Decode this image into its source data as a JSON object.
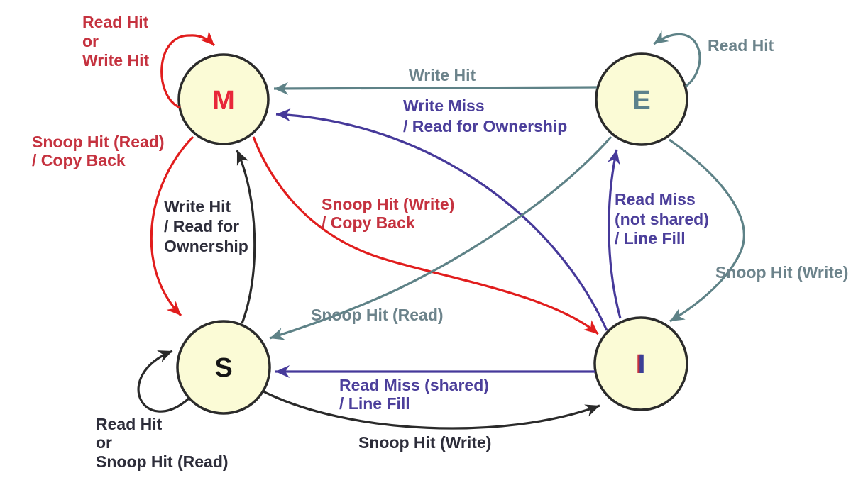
{
  "colors": {
    "background": "#ffffff",
    "node_fill": "#fbfbd6",
    "node_border": "#2b2b2b",
    "red_line": "#e11d1d",
    "red_text": "#c5323f",
    "teal_line": "#5e8287",
    "teal_text": "#6c838b",
    "purple_line": "#46399a",
    "purple_text": "#4c3f9b",
    "black_line": "#2a2a2a",
    "black_text": "#2d2d3a",
    "m_letter": "#e8273a",
    "e_letter": "#5c828c",
    "s_letter": "#151515",
    "i_letter": "#3b3f96",
    "i_letter_shadow": "#c5323f"
  },
  "nodes": {
    "m": {
      "label": "M"
    },
    "e": {
      "label": "E"
    },
    "s": {
      "label": "S"
    },
    "i": {
      "label": "I"
    }
  },
  "transitions": {
    "m_self": {
      "from": "M",
      "to": "M",
      "color": "red",
      "lines": [
        "Read Hit",
        "or",
        "Write Hit"
      ]
    },
    "e_self": {
      "from": "E",
      "to": "E",
      "color": "teal",
      "lines": [
        "Read Hit"
      ]
    },
    "s_self": {
      "from": "S",
      "to": "S",
      "color": "black",
      "lines": [
        "Read Hit",
        "or",
        "Snoop Hit (Read)"
      ]
    },
    "e_to_m": {
      "from": "E",
      "to": "M",
      "color": "teal",
      "lines": [
        "Write Hit"
      ]
    },
    "i_to_m": {
      "from": "I",
      "to": "M",
      "color": "purple",
      "lines": [
        "Write Miss",
        "/ Read for Ownership"
      ]
    },
    "m_to_s": {
      "from": "M",
      "to": "S",
      "color": "red",
      "lines": [
        "Snoop Hit (Read)",
        "/ Copy Back"
      ]
    },
    "s_to_m": {
      "from": "S",
      "to": "M",
      "color": "black",
      "lines": [
        "Write Hit",
        "/ Read for",
        "Ownership"
      ]
    },
    "m_to_i": {
      "from": "M",
      "to": "I",
      "color": "red",
      "lines": [
        "Snoop Hit (Write)",
        "/ Copy Back"
      ]
    },
    "e_to_s": {
      "from": "E",
      "to": "S",
      "color": "teal",
      "lines": [
        "Snoop Hit (Read)"
      ]
    },
    "i_to_e": {
      "from": "I",
      "to": "E",
      "color": "purple",
      "lines": [
        "Read Miss",
        "(not shared)",
        "/ Line Fill"
      ]
    },
    "e_to_i": {
      "from": "E",
      "to": "I",
      "color": "teal",
      "lines": [
        "Snoop Hit (Write)"
      ]
    },
    "i_to_s": {
      "from": "I",
      "to": "S",
      "color": "purple",
      "lines": [
        "Read Miss (shared)",
        "/ Line Fill"
      ]
    },
    "s_to_i": {
      "from": "S",
      "to": "I",
      "color": "black",
      "lines": [
        "Snoop Hit (Write)"
      ]
    }
  }
}
